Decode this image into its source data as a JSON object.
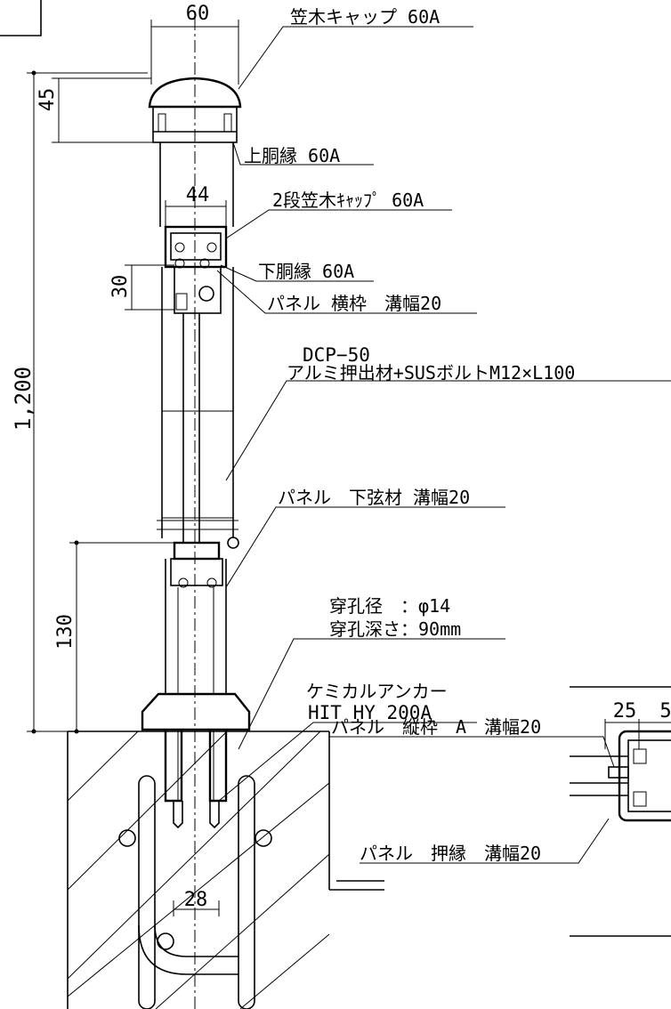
{
  "dimensions": {
    "top_width": "60",
    "cap_height": "45",
    "second_cap_width": "44",
    "lower_rim_height": "30",
    "overall_height": "1,200",
    "anchor_height": "130",
    "anchor_spacing": "28",
    "detail_a": "25",
    "detail_b": "5"
  },
  "labels": {
    "cap": "笠木キャップ 60A",
    "upper_rim": "上胴縁 60A",
    "second_cap": "2段笠木ｷｬｯﾌﾟ 60A",
    "lower_rim": "下胴縁 60A",
    "panel_cross": "パネル 横枠　溝幅20",
    "post_model": "DCP−50",
    "post_material": "アルミ押出材+SUSボルトM12×L100",
    "panel_lower": "パネル　下弦材 溝幅20",
    "hole_dia": "穿孔径　：φ14",
    "hole_depth": "穿孔深さ：90mm",
    "anchor_name": "ケミカルアンカー",
    "anchor_model": "HIT HY 200A",
    "panel_vertical": "パネル　縦枠　A　溝幅20",
    "panel_holder": "パネル　押縁　溝幅20"
  }
}
